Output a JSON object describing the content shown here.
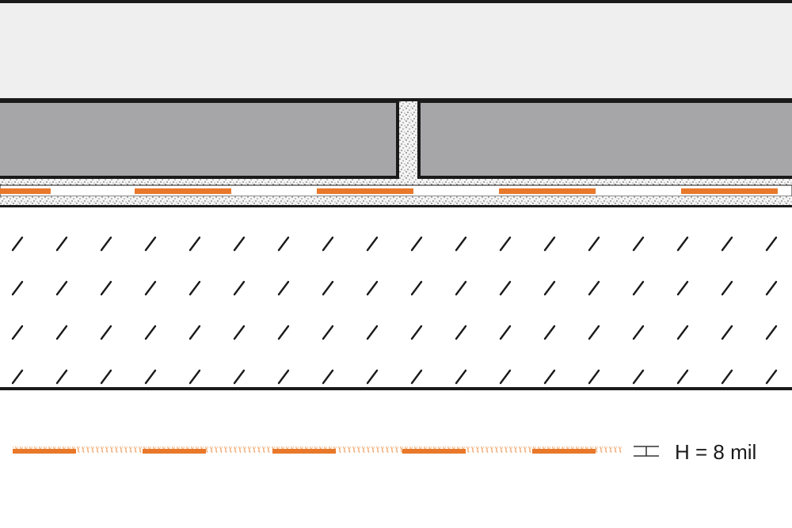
{
  "diagram": {
    "layers": [
      "concrete-substrate",
      "mortar-bed",
      "membrane",
      "tile",
      "grout-joint",
      "top-surface"
    ],
    "colors": {
      "membrane_orange": "#e8782a",
      "tile_gray": "#a6a6a8",
      "top_surface": "#efefef",
      "outline": "#1a1a1a",
      "mortar_fill": "#f4f4f4"
    }
  },
  "legend": {
    "thickness_label": "H = 8 mil"
  }
}
